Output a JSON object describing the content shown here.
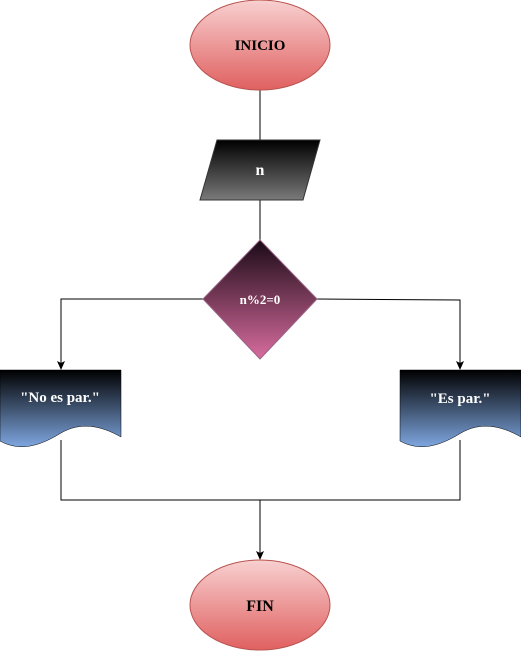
{
  "diagram": {
    "start_label": "INICIO",
    "input_label": "n",
    "condition_label": "n%2=0",
    "output_left_label": "\"No es par.\"",
    "output_right_label": "\"Es par.\"",
    "end_label": "FIN"
  },
  "colors": {
    "terminal_top": "#f8d0d0",
    "terminal_bottom": "#e06060",
    "terminal_stroke": "#b85450",
    "input_top": "#000000",
    "input_bottom": "#7a7a7a",
    "decision_top": "#1a0a16",
    "decision_bottom": "#d86c9e",
    "decision_stroke": "#996185",
    "document_top": "#000000",
    "document_bottom": "#7ea6e0",
    "label_light": "#ffffff",
    "label_dark": "#000000",
    "connector": "#000000"
  }
}
